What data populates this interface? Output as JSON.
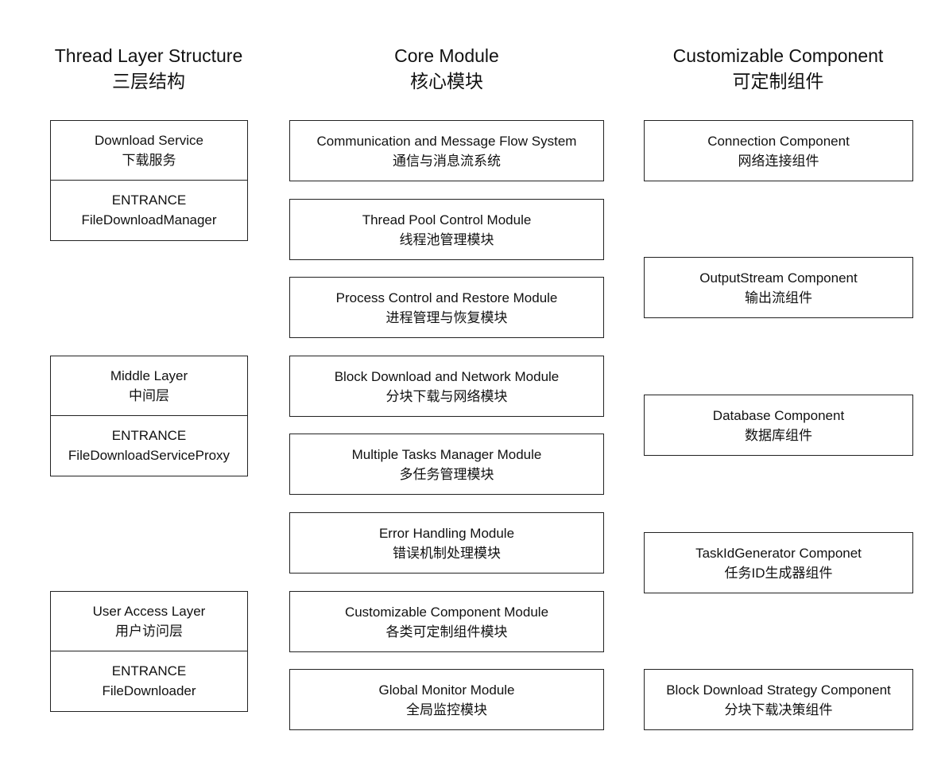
{
  "columns": {
    "thread_layer": {
      "title_en": "Thread Layer Structure",
      "title_zh": "三层结构",
      "boxes": [
        {
          "top": {
            "en": "Download Service",
            "zh": "下载服务"
          },
          "bottom": {
            "line1": "ENTRANCE",
            "line2": "FileDownloadManager"
          }
        },
        {
          "top": {
            "en": "Middle Layer",
            "zh": "中间层"
          },
          "bottom": {
            "line1": "ENTRANCE",
            "line2": "FileDownloadServiceProxy"
          }
        },
        {
          "top": {
            "en": "User Access Layer",
            "zh": "用户访问层"
          },
          "bottom": {
            "line1": "ENTRANCE",
            "line2": "FileDownloader"
          }
        }
      ]
    },
    "core_module": {
      "title_en": "Core Module",
      "title_zh": "核心模块",
      "boxes": [
        {
          "en": "Communication and Message Flow System",
          "zh": "通信与消息流系统"
        },
        {
          "en": "Thread Pool Control Module",
          "zh": "线程池管理模块"
        },
        {
          "en": "Process Control and Restore Module",
          "zh": "进程管理与恢复模块"
        },
        {
          "en": "Block Download and Network Module",
          "zh": "分块下载与网络模块"
        },
        {
          "en": "Multiple Tasks Manager Module",
          "zh": "多任务管理模块"
        },
        {
          "en": "Error Handling Module",
          "zh": "错误机制处理模块"
        },
        {
          "en": "Customizable Component Module",
          "zh": "各类可定制组件模块"
        },
        {
          "en": "Global Monitor Module",
          "zh": "全局监控模块"
        }
      ]
    },
    "customizable": {
      "title_en": "Customizable Component",
      "title_zh": "可定制组件",
      "boxes": [
        {
          "en": "Connection Component",
          "zh": "网络连接组件"
        },
        {
          "en": "OutputStream Component",
          "zh": "输出流组件"
        },
        {
          "en": "Database Component",
          "zh": "数据库组件"
        },
        {
          "en": "TaskIdGenerator Componet",
          "zh": "任务ID生成器组件"
        },
        {
          "en": "Block Download Strategy Component",
          "zh": "分块下载决策组件"
        }
      ]
    }
  }
}
